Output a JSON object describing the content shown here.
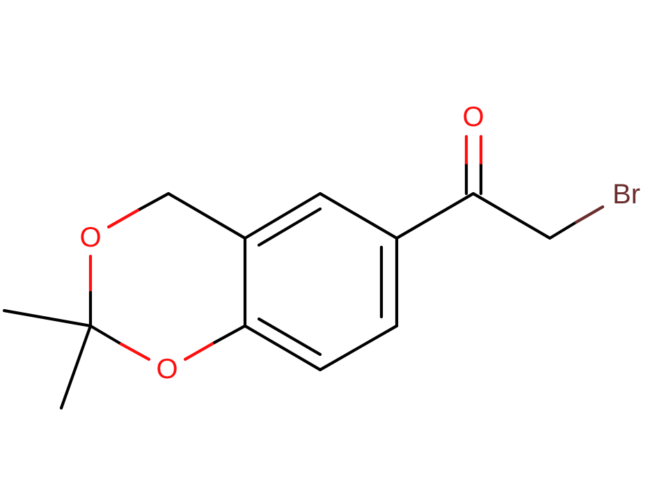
{
  "molecule": {
    "atoms": {
      "o_carbonyl": {
        "label": "O",
        "color": "#ff0d0d"
      },
      "br": {
        "label": "Br",
        "color": "#6b2d2d"
      },
      "o_ring_top": {
        "label": "O",
        "color": "#ff0d0d"
      },
      "o_ring_bottom": {
        "label": "O",
        "color": "#ff0d0d"
      }
    },
    "colors": {
      "bond": "#000000",
      "oxygen": "#ff0d0d",
      "bromine": "#6b2d2d",
      "background": "#ffffff"
    }
  }
}
